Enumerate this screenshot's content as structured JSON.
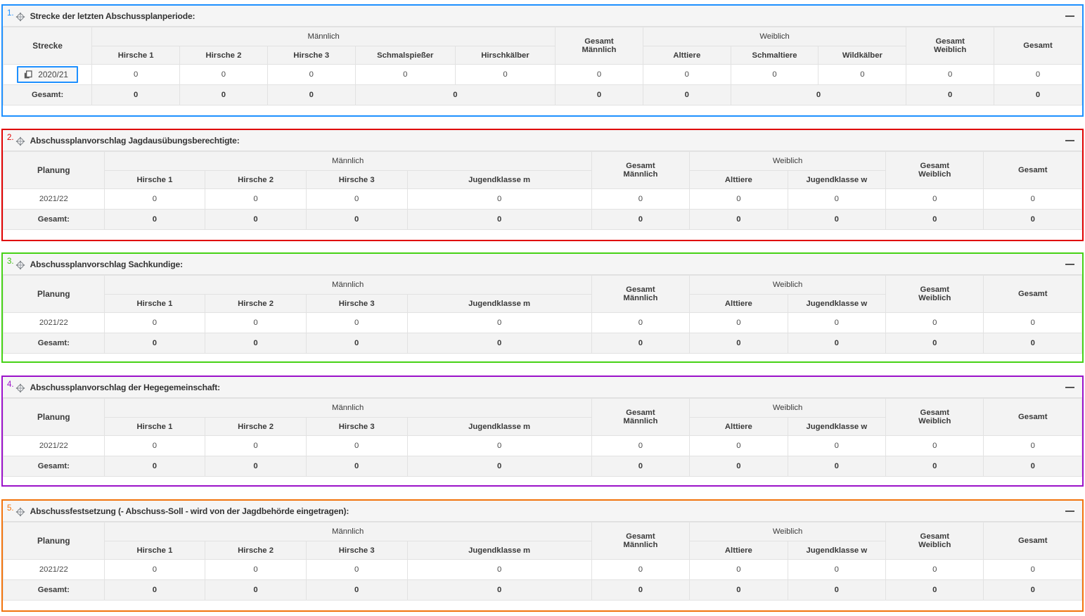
{
  "page": {
    "background": "#ffffff",
    "collapse_icon": "minus-icon",
    "move_icon": "move-crosshair-icon"
  },
  "sections": [
    {
      "number": "1.",
      "title": "Strecke der letzten Abschussplanperiode:",
      "accent": "#1e90ff",
      "accent_class": "c-blue",
      "num_class": "n-blue",
      "table": {
        "first_col_header": "Strecke",
        "group_male": "Männlich",
        "group_female": "Weiblich",
        "total_male": "Gesamt Männlich",
        "total_male_l1": "Gesamt",
        "total_male_l2": "Männlich",
        "total_female_l1": "Gesamt",
        "total_female_l2": "Weiblich",
        "total": "Gesamt",
        "male_cols": [
          "Hirsche 1",
          "Hirsche 2",
          "Hirsche 3",
          "Schmalspießer",
          "Hirschkälber"
        ],
        "female_cols": [
          "Alttiere",
          "Schmaltiere",
          "Wildkälber"
        ],
        "row_label": "2020/21",
        "row_is_chip": true,
        "chip_icon": "copy-icon",
        "row_values": [
          "0",
          "0",
          "0",
          "0",
          "0",
          "0",
          "0",
          "0",
          "0",
          "0",
          "0"
        ],
        "total_label": "Gesamt:",
        "total_values": [
          "0",
          "0",
          "0",
          "0",
          "0",
          "0",
          "0",
          "0",
          "0"
        ],
        "merged_totals": true
      }
    },
    {
      "number": "2.",
      "title": "Abschussplanvorschlag Jagdausübungsberechtigte:",
      "accent": "#e00000",
      "accent_class": "c-red",
      "num_class": "n-red",
      "table": {
        "first_col_header": "Planung",
        "group_male": "Männlich",
        "group_female": "Weiblich",
        "total_male_l1": "Gesamt",
        "total_male_l2": "Männlich",
        "total_female_l1": "Gesamt",
        "total_female_l2": "Weiblich",
        "total": "Gesamt",
        "male_cols": [
          "Hirsche 1",
          "Hirsche 2",
          "Hirsche 3",
          "Jugendklasse m"
        ],
        "female_cols": [
          "Alttiere",
          "Jugendklasse w"
        ],
        "row_label": "2021/22",
        "row_is_chip": false,
        "row_values": [
          "0",
          "0",
          "0",
          "0",
          "0",
          "0",
          "0",
          "0",
          "0"
        ],
        "total_label": "Gesamt:",
        "total_values": [
          "0",
          "0",
          "0",
          "0",
          "0",
          "0",
          "0",
          "0",
          "0"
        ],
        "merged_totals": false
      }
    },
    {
      "number": "3.",
      "title": "Abschussplanvorschlag Sachkundige:",
      "accent": "#46d216",
      "accent_class": "c-green",
      "num_class": "n-green",
      "table": {
        "first_col_header": "Planung",
        "group_male": "Männlich",
        "group_female": "Weiblich",
        "total_male_l1": "Gesamt",
        "total_male_l2": "Männlich",
        "total_female_l1": "Gesamt",
        "total_female_l2": "Weiblich",
        "total": "Gesamt",
        "male_cols": [
          "Hirsche 1",
          "Hirsche 2",
          "Hirsche 3",
          "Jugendklasse m"
        ],
        "female_cols": [
          "Alttiere",
          "Jugendklasse w"
        ],
        "row_label": "2021/22",
        "row_is_chip": false,
        "row_values": [
          "0",
          "0",
          "0",
          "0",
          "0",
          "0",
          "0",
          "0",
          "0"
        ],
        "total_label": "Gesamt:",
        "total_values": [
          "0",
          "0",
          "0",
          "0",
          "0",
          "0",
          "0",
          "0",
          "0"
        ],
        "merged_totals": false
      }
    },
    {
      "number": "4.",
      "title": "Abschussplanvorschlag der Hegegemeinschaft:",
      "accent": "#9b12c9",
      "accent_class": "c-purple",
      "num_class": "n-purple",
      "table": {
        "first_col_header": "Planung",
        "group_male": "Männlich",
        "group_female": "Weiblich",
        "total_male_l1": "Gesamt",
        "total_male_l2": "Männlich",
        "total_female_l1": "Gesamt",
        "total_female_l2": "Weiblich",
        "total": "Gesamt",
        "male_cols": [
          "Hirsche 1",
          "Hirsche 2",
          "Hirsche 3",
          "Jugendklasse m"
        ],
        "female_cols": [
          "Alttiere",
          "Jugendklasse w"
        ],
        "row_label": "2021/22",
        "row_is_chip": false,
        "row_values": [
          "0",
          "0",
          "0",
          "0",
          "0",
          "0",
          "0",
          "0",
          "0"
        ],
        "total_label": "Gesamt:",
        "total_values": [
          "0",
          "0",
          "0",
          "0",
          "0",
          "0",
          "0",
          "0",
          "0"
        ],
        "merged_totals": false
      }
    },
    {
      "number": "5.",
      "title": "Abschussfestsetzung (- Abschuss-Soll - wird von der Jagdbehörde eingetragen):",
      "accent": "#f2740d",
      "accent_class": "c-orange",
      "num_class": "n-orange",
      "table": {
        "first_col_header": "Planung",
        "group_male": "Männlich",
        "group_female": "Weiblich",
        "total_male_l1": "Gesamt",
        "total_male_l2": "Männlich",
        "total_female_l1": "Gesamt",
        "total_female_l2": "Weiblich",
        "total": "Gesamt",
        "male_cols": [
          "Hirsche 1",
          "Hirsche 2",
          "Hirsche 3",
          "Jugendklasse m"
        ],
        "female_cols": [
          "Alttiere",
          "Jugendklasse w"
        ],
        "row_label": "2021/22",
        "row_is_chip": false,
        "row_values": [
          "0",
          "0",
          "0",
          "0",
          "0",
          "0",
          "0",
          "0",
          "0"
        ],
        "total_label": "Gesamt:",
        "total_values": [
          "0",
          "0",
          "0",
          "0",
          "0",
          "0",
          "0",
          "0",
          "0"
        ],
        "merged_totals": false
      }
    }
  ]
}
